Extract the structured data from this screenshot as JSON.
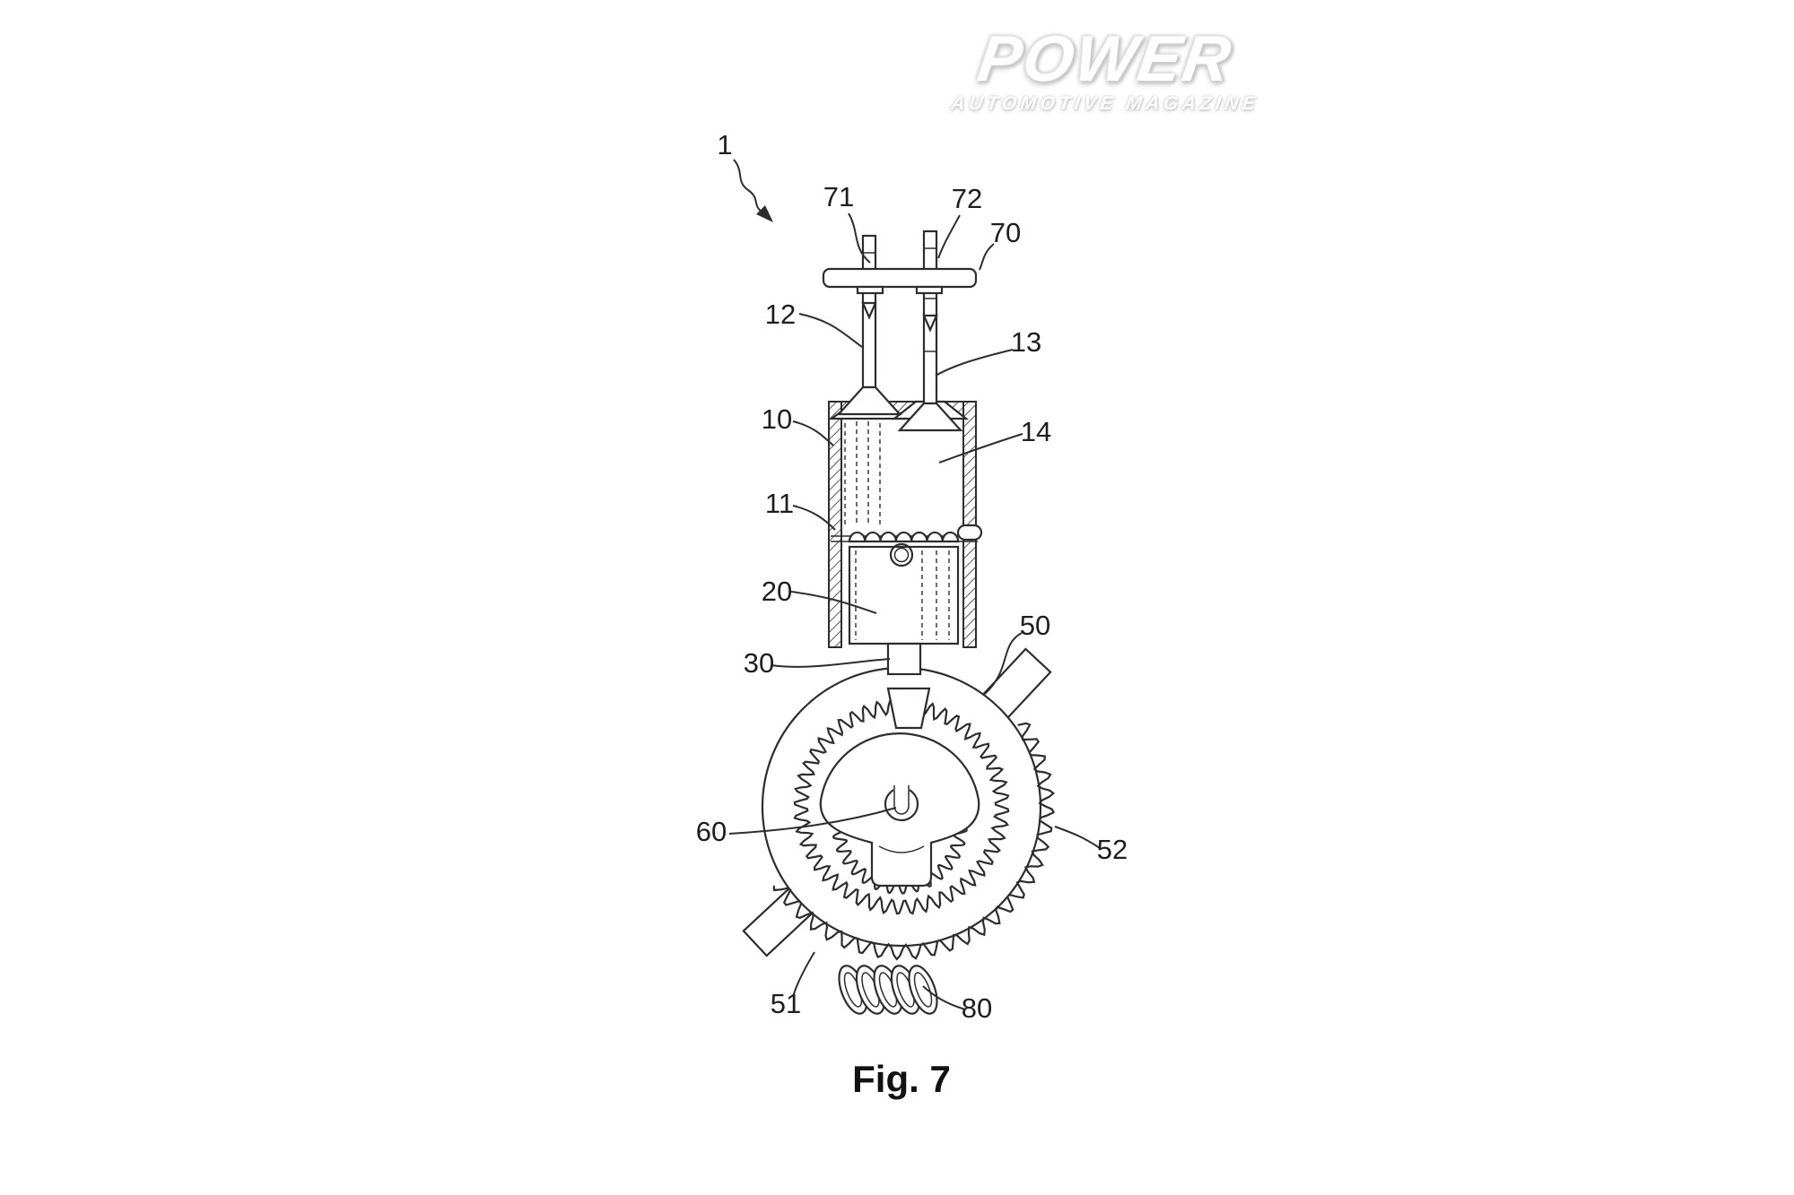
{
  "logo": {
    "title": "POWER",
    "subtitle": "AUTOMOTIVE MAGAZINE"
  },
  "figure": {
    "caption": "Fig. 7"
  },
  "reference_labels": {
    "assembly": "1",
    "valve_actuator_left": "71",
    "valve_actuator_right": "72",
    "actuator_bar": "70",
    "intake_valve": "12",
    "exhaust_valve": "13",
    "cylinder": "10",
    "combustion_chamber": "14",
    "piston_rings": "11",
    "piston": "20",
    "piston_rod": "30",
    "ring_carrier": "50",
    "crank_hub": "60",
    "outer_gear_rim": "52",
    "worm_wheel_teeth": "51",
    "worm": "80"
  }
}
